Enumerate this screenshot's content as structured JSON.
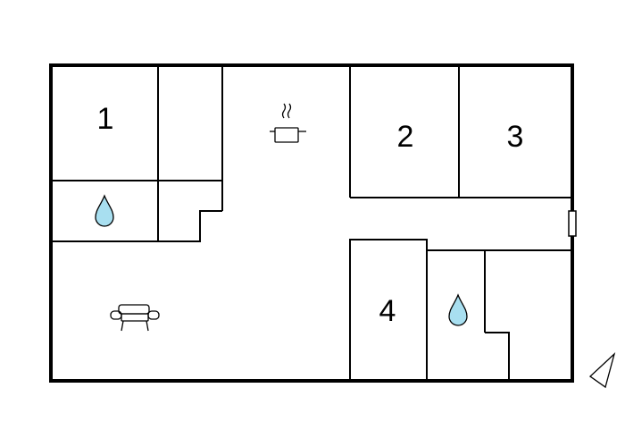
{
  "rooms": [
    {
      "id": "room-1",
      "label": "1"
    },
    {
      "id": "room-2",
      "label": "2"
    },
    {
      "id": "room-3",
      "label": "3"
    },
    {
      "id": "room-4",
      "label": "4"
    }
  ],
  "icons": {
    "bathroom": "water-drop-icon",
    "kitchen": "cooking-pot-icon",
    "living": "sofa-icon",
    "door": "door-icon",
    "compass": "north-arrow-icon"
  },
  "colors": {
    "wall": "#000000",
    "water": "#a8dff0",
    "background": "#ffffff"
  }
}
